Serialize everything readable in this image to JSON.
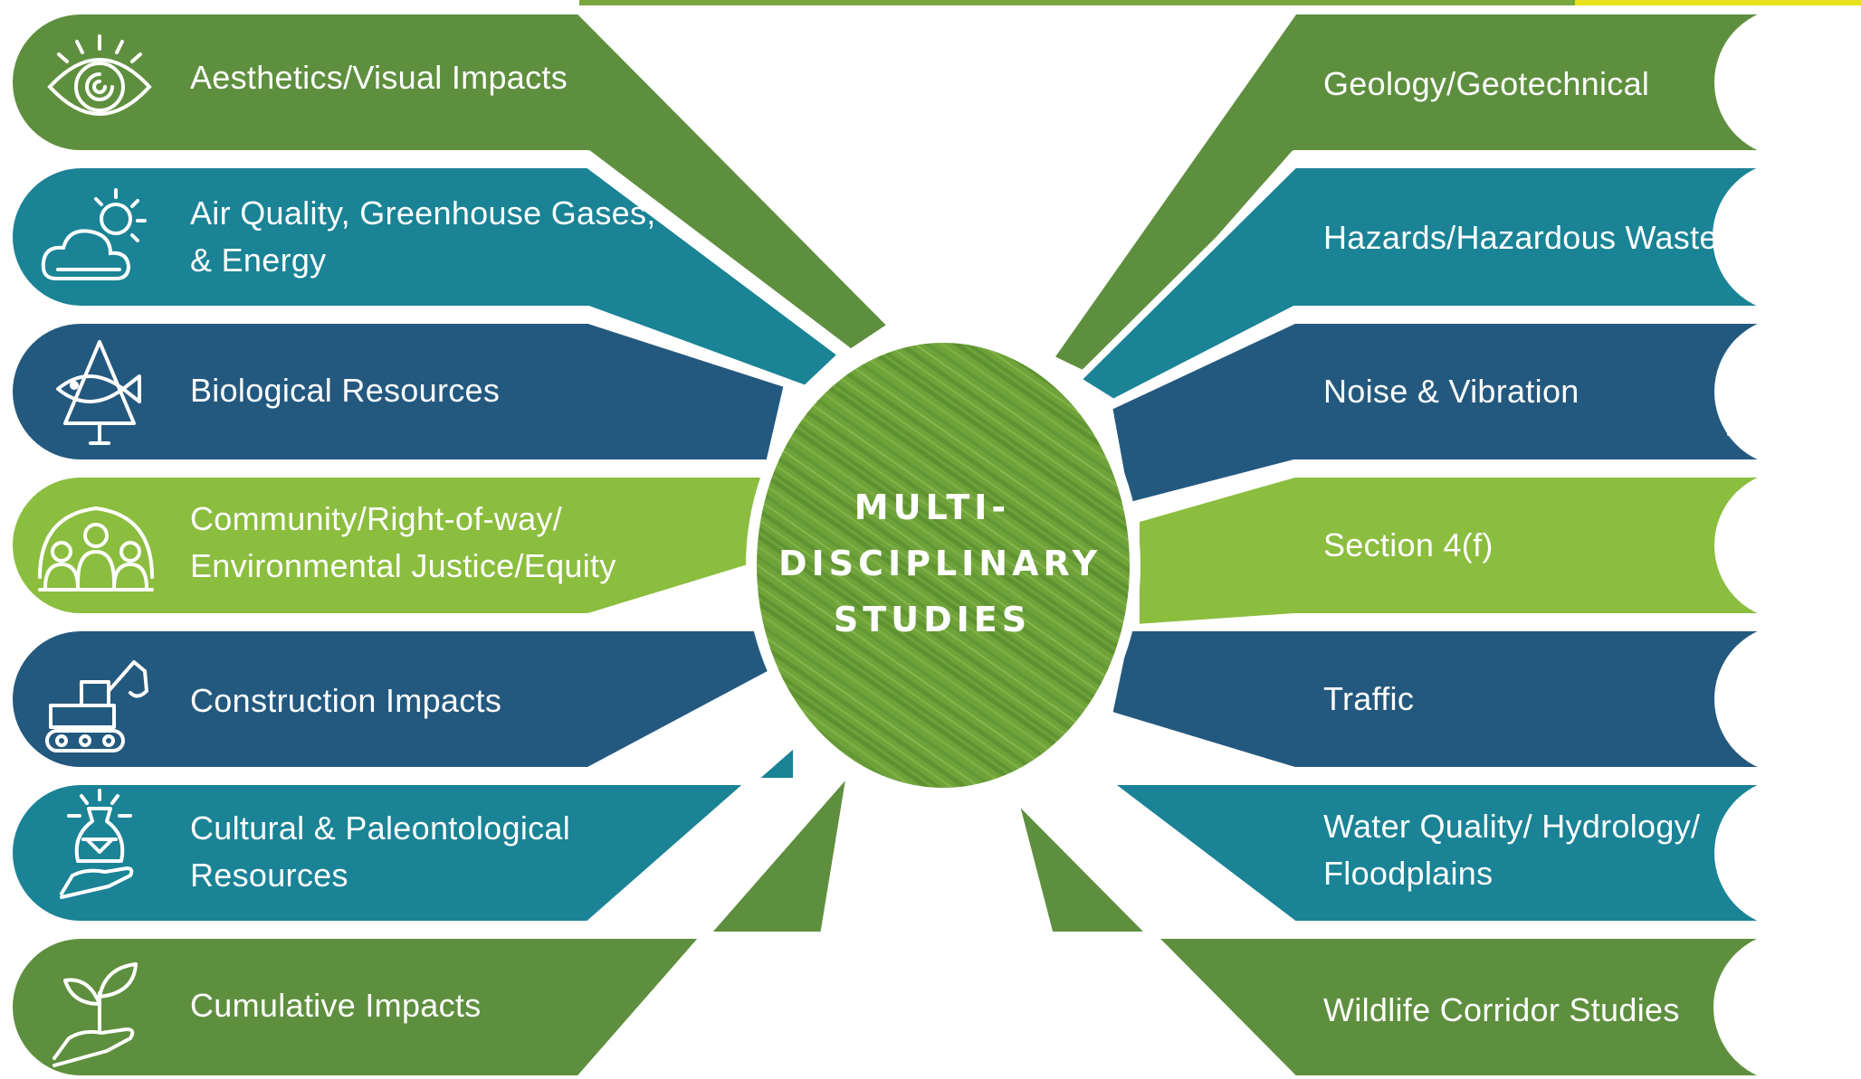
{
  "center": {
    "lines": [
      "MULTI-",
      "DISCIPLINARY",
      "STUDIES"
    ]
  },
  "left_items": [
    {
      "label": "Aesthetics/Visual Impacts",
      "icon": "eye-icon",
      "color": "#5e8f3e"
    },
    {
      "label": "Air Quality, Greenhouse Gases,\n& Energy",
      "icon": "cloud-sun-icon",
      "color": "#1a8396"
    },
    {
      "label": "Biological Resources",
      "icon": "fish-tree-icon",
      "color": "#24597f"
    },
    {
      "label": "Community/Right-of-way/\nEnvironmental Justice/Equity",
      "icon": "community-people-icon",
      "color": "#8bbd3f"
    },
    {
      "label": "Construction Impacts",
      "icon": "excavator-icon",
      "color": "#24597f"
    },
    {
      "label": "Cultural & Paleontological\nResources",
      "icon": "vase-hand-icon",
      "color": "#1a8396"
    },
    {
      "label": "Cumulative Impacts",
      "icon": "plant-hand-icon",
      "color": "#5e8f3e"
    }
  ],
  "right_items": [
    {
      "label": "Geology/Geotechnical",
      "icon": "wheelbarrow-icon",
      "color": "#5e8f3e"
    },
    {
      "label": "Hazards/Hazardous Waste",
      "icon": "radiation-icon",
      "color": "#1a8396"
    },
    {
      "label": "Noise & Vibration",
      "icon": "jackhammer-icon",
      "color": "#24597f"
    },
    {
      "label": "Section 4(f)",
      "icon": "checklist-icon",
      "color": "#8bbd3f"
    },
    {
      "label": "Traffic",
      "icon": "traffic-light-icon",
      "color": "#24597f"
    },
    {
      "label": "Water Quality/ Hydrology/\nFloodplains",
      "icon": "water-cycle-icon",
      "color": "#1a8396"
    },
    {
      "label": "Wildlife Corridor Studies",
      "icon": "paw-icon",
      "color": "#5e8f3e"
    }
  ],
  "colors": {
    "dark_green": "#5e8f3e",
    "teal": "#1a8396",
    "navy": "#24597f",
    "light_green": "#8bbd3f",
    "circle_green": "#6fa33a",
    "top_accent_yellow": "#e5e11c"
  }
}
